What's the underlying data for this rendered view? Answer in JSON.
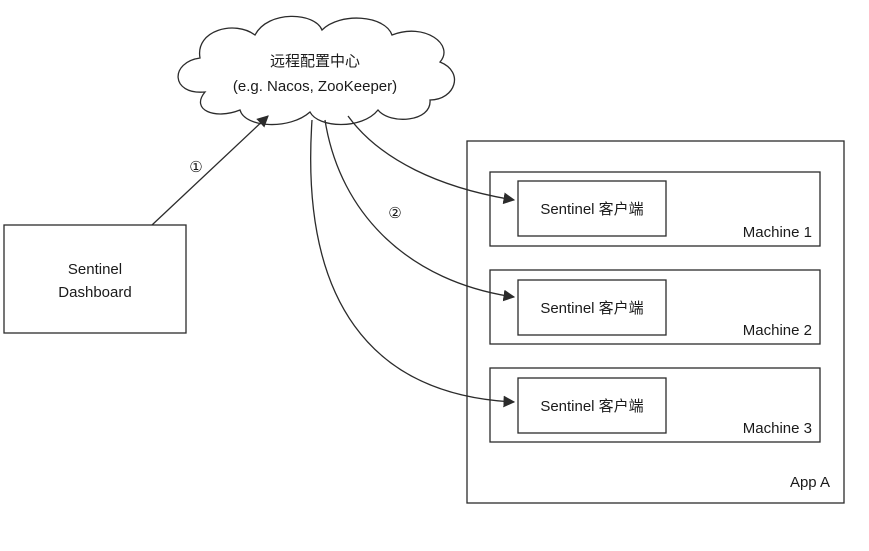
{
  "cloud": {
    "line1": "远程配置中心",
    "line2": "(e.g. Nacos, ZooKeeper)"
  },
  "dashboard": {
    "line1": "Sentinel",
    "line2": "Dashboard"
  },
  "app": {
    "label": "App A",
    "machines": [
      {
        "label": "Machine 1",
        "client": "Sentinel 客户端"
      },
      {
        "label": "Machine 2",
        "client": "Sentinel 客户端"
      },
      {
        "label": "Machine 3",
        "client": "Sentinel 客户端"
      }
    ]
  },
  "steps": {
    "push_to_config": "①",
    "config_to_clients": "②"
  }
}
